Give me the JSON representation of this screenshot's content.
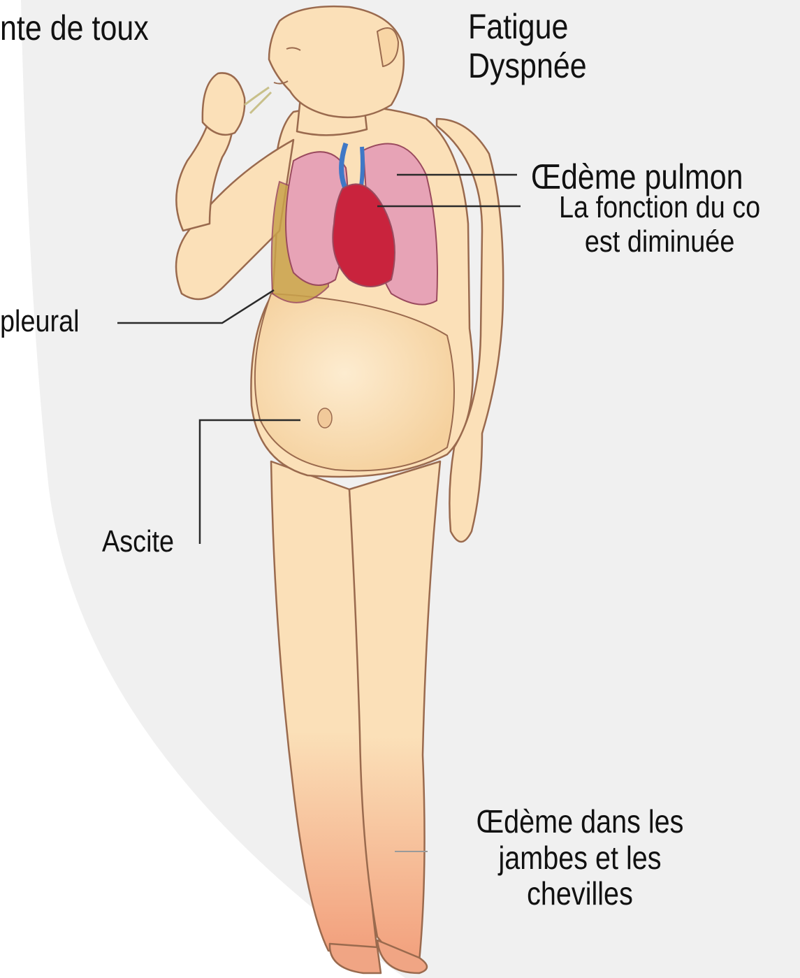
{
  "labels": {
    "cough": "nte de toux",
    "fatigue": "Fatigue\nDyspnée",
    "pulmonary_edema": "Œdème pulmon",
    "heart_function": "La fonction du co\nest diminuée",
    "pleural": "pleural",
    "ascites": "Ascite",
    "leg_edema": "Œdème dans les\njambes et les\nchevilles"
  },
  "colors": {
    "panel": "#f0f0f0",
    "outside": "#ffffff",
    "skin": "#fbe0b8",
    "skin_outline": "#9a6a4e",
    "lung": "#e7a3b6",
    "heart": "#c9233d",
    "vessel_blue": "#3f78c6",
    "pleural_fluid": "#c9a24b",
    "leg_redness": "#f2a07d",
    "leader_line": "#2a2a2a"
  }
}
